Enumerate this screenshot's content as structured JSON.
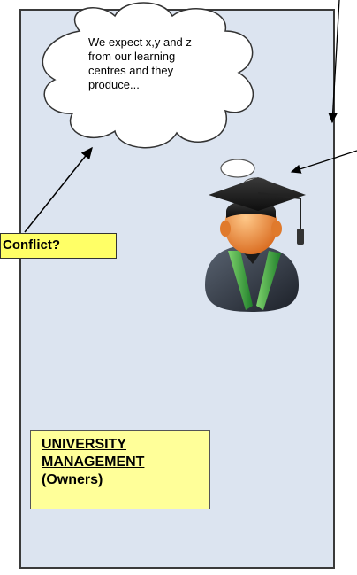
{
  "cloud": {
    "line1": "We expect x,y and z",
    "line2": "from our learning",
    "line3": "centres and they",
    "line4": "produce..."
  },
  "conflict_label": "Conflict?",
  "owner_box": {
    "line1": "UNIVERSITY",
    "line2": "MANAGEMENT",
    "line3": "(Owners)"
  },
  "colors": {
    "panel_background": "#dce4f0",
    "conflict_box": "#ffff66",
    "owner_box": "#ffff99",
    "gown_green": "#2e9e3a",
    "skin": "#e88a3a"
  },
  "icons": {
    "person": "graduate-student-icon",
    "thought": "thought-bubble-icon"
  }
}
